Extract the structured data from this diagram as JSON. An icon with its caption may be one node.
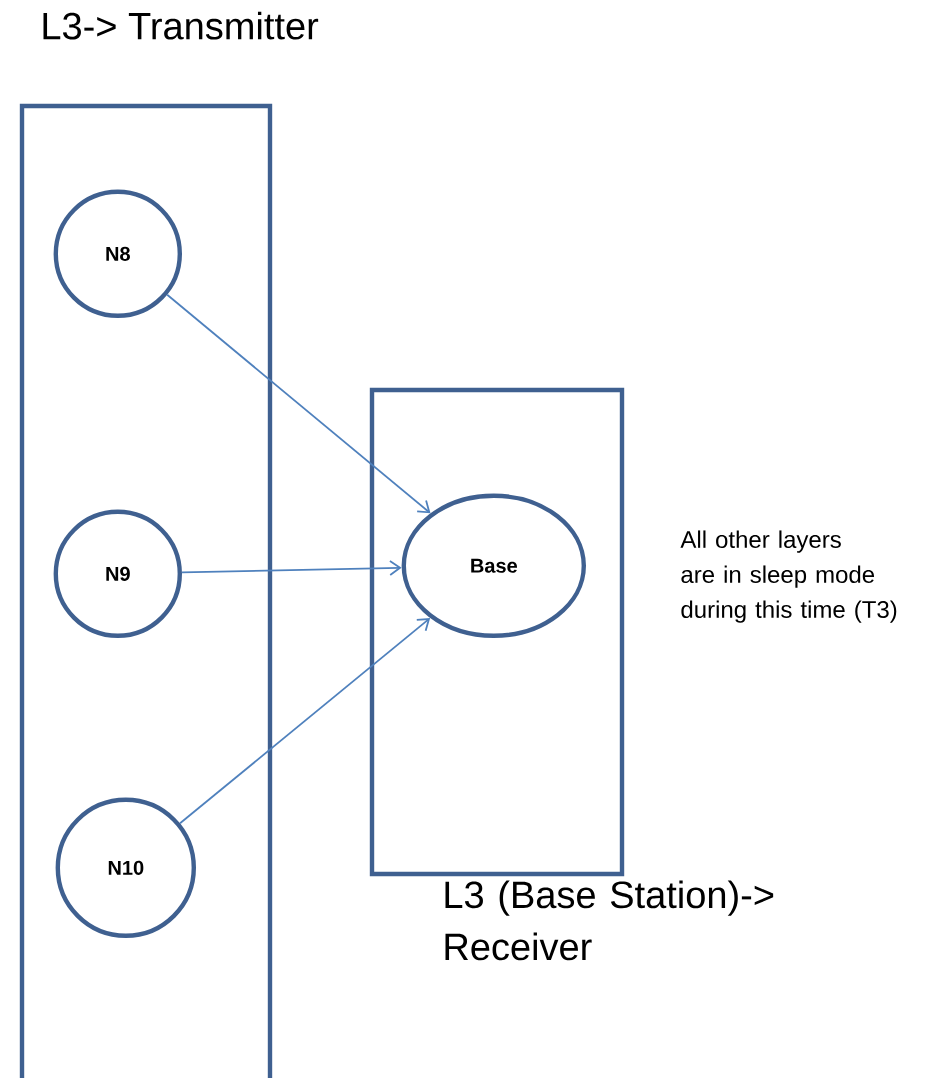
{
  "diagram": {
    "nodes": [
      {
        "text": [
          "L3-> Transmitter"
        ]
      },
      {
        "text": [
          "N8"
        ],
        "in": 0
      },
      {
        "text": [
          "N9"
        ],
        "in": 0
      },
      {
        "text": [
          "N10"
        ],
        "in": 0
      },
      {
        "text": [
          "L3 (Base Station)-> Receiver"
        ]
      },
      {
        "text": [
          "Base"
        ],
        "in": 4
      }
    ],
    "edges": [
      {
        "from": 1,
        "to": 5,
        "arrow": "to"
      },
      {
        "from": 2,
        "to": 5,
        "arrow": "to"
      },
      {
        "from": 3,
        "to": 5,
        "arrow": "to"
      }
    ],
    "labels": [
      "All other layers are in sleep mode during this time (T3)"
    ]
  }
}
